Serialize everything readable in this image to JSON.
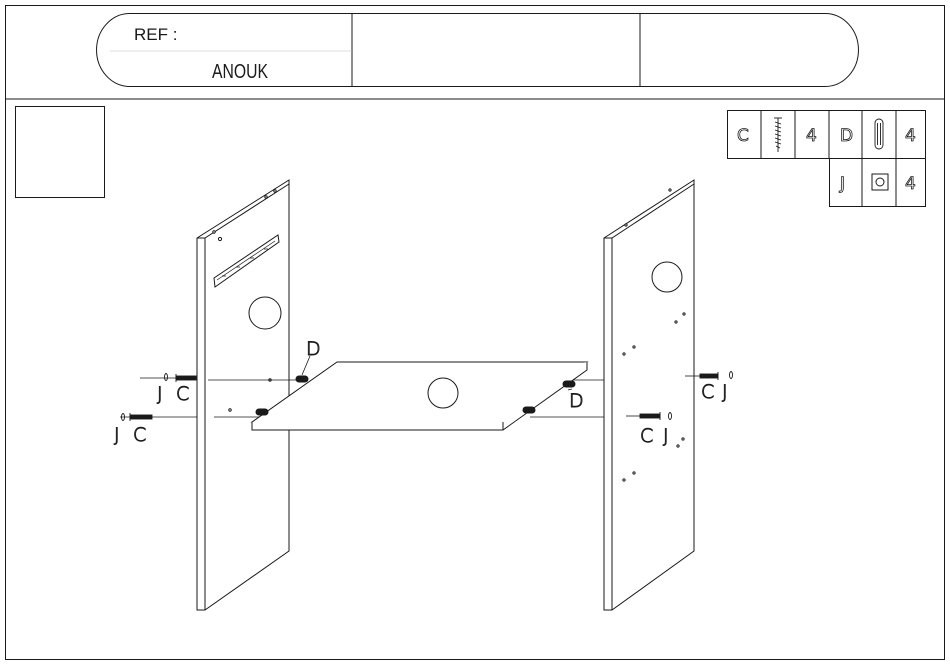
{
  "header": {
    "ref_label": "REF :",
    "ref_name": "ANOUK"
  },
  "parts": [
    {
      "code": "C",
      "icon": "screw-icon",
      "qty": "4"
    },
    {
      "code": "D",
      "icon": "dowel-icon",
      "qty": "4"
    },
    {
      "code": "J",
      "icon": "cap-icon",
      "qty": "4"
    }
  ],
  "callouts": {
    "d_top": "D",
    "d_right": "D",
    "left_upper": [
      "J",
      "C"
    ],
    "left_lower": [
      "J",
      "C"
    ],
    "right_upper": [
      "C",
      "J"
    ],
    "right_lower": [
      "C",
      "J"
    ]
  },
  "colors": {
    "line": "#1a1a1a",
    "background": "#ffffff"
  }
}
